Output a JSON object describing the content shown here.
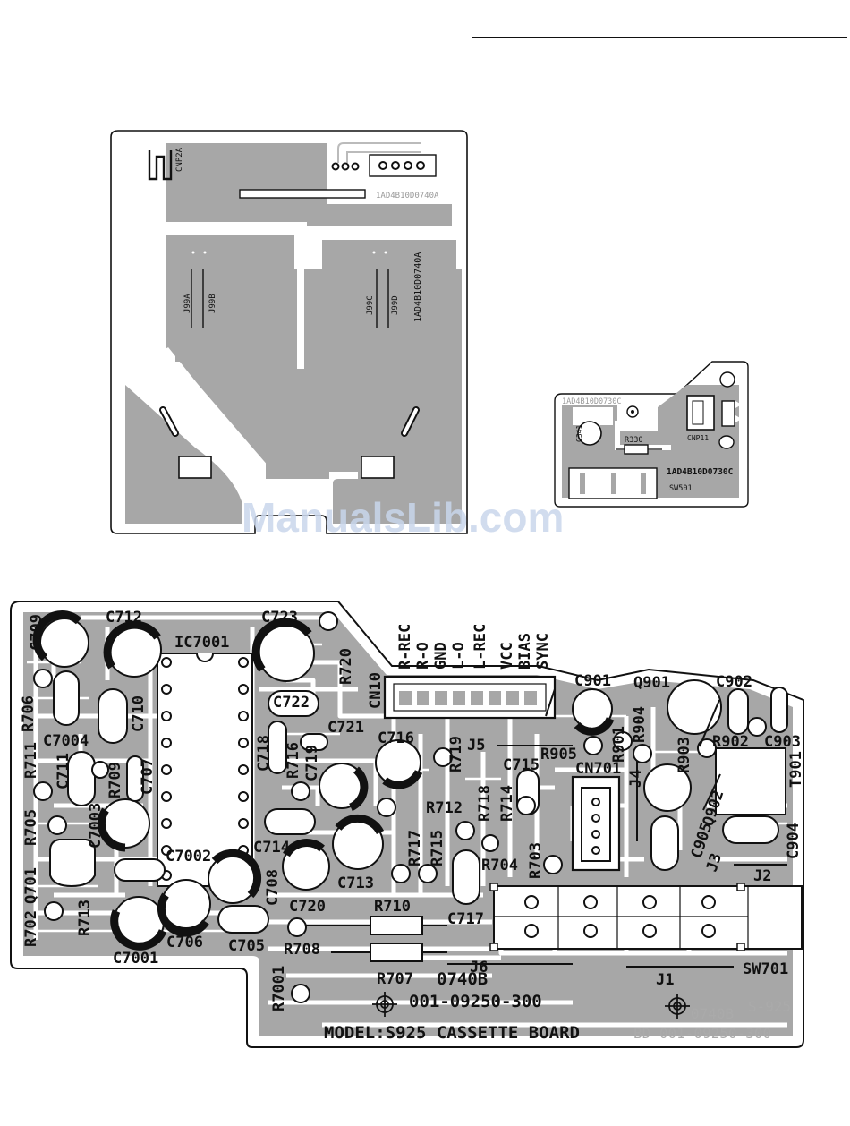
{
  "top_rule": true,
  "watermark": "ManualsLib.com",
  "board_a": {
    "labels": {
      "cnp2a": "CNP2A",
      "code_right": "1AD4B10D0740A",
      "code_top": "1AD4B10D0740A",
      "j99a": "J99A",
      "j99b": "J99B",
      "j99c": "J99C",
      "j99d": "J99D"
    }
  },
  "board_b": {
    "labels": {
      "code_top": "1AD4B10D0730C",
      "c341": "C341",
      "r330": "R330",
      "cnp11": "CNP11",
      "code_mid": "1AD4B10D0730C",
      "sw501": "SW501"
    }
  },
  "board_c": {
    "cn10_pins": [
      "R-REC",
      "R-O",
      "GND",
      "L-O",
      "L-REC",
      "VCC",
      "BIAS",
      "SYNC"
    ],
    "labels": {
      "c709": "C709",
      "c712": "C712",
      "c723": "C723",
      "ic7001": "IC7001",
      "r720": "R720",
      "r706": "R706",
      "c710": "C710",
      "c722": "C722",
      "cn10": "CN10",
      "c7004": "C7004",
      "c721": "C721",
      "c716": "C716",
      "r719": "R719",
      "c901": "C901",
      "q901": "Q901",
      "c902": "C902",
      "r711": "R711",
      "c711": "C711",
      "c718": "C718",
      "r716": "R716",
      "c719": "C719",
      "r904": "R904",
      "r902": "R902",
      "c903": "C903",
      "r705": "R705",
      "r709": "R709",
      "c707": "C707",
      "j5": "J5",
      "r905": "R905",
      "r901": "R901",
      "r903": "R903",
      "c715": "C715",
      "cn701": "CN701",
      "c7003": "C7003",
      "r712": "R712",
      "r718": "R718",
      "r714": "R714",
      "j4": "J4",
      "q902": "Q902",
      "t901": "T901",
      "q701": "Q701",
      "c7002": "C7002",
      "c714": "C714",
      "c905": "C905",
      "c904": "C904",
      "r717": "R717",
      "r715": "R715",
      "r704": "R704",
      "r703": "R703",
      "j3": "J3",
      "c713": "C713",
      "c708": "C708",
      "j2": "J2",
      "r702": "R702",
      "r713": "R713",
      "c720": "C720",
      "r710": "R710",
      "c717": "C717",
      "c706": "C706",
      "c705": "C705",
      "r708": "R708",
      "c7001": "C7001",
      "j6": "J6",
      "r707": "R707",
      "sw701": "SW701",
      "r7001": "R7001",
      "code_0740b": "0740B",
      "part_no": "001-09250-300",
      "j1": "J1",
      "model": "MODEL:S925 CASSETTE BOARD",
      "ghost_model": "S-925",
      "ghost_code": "0740B",
      "ghost_part": "BD 001-09250-300"
    }
  }
}
